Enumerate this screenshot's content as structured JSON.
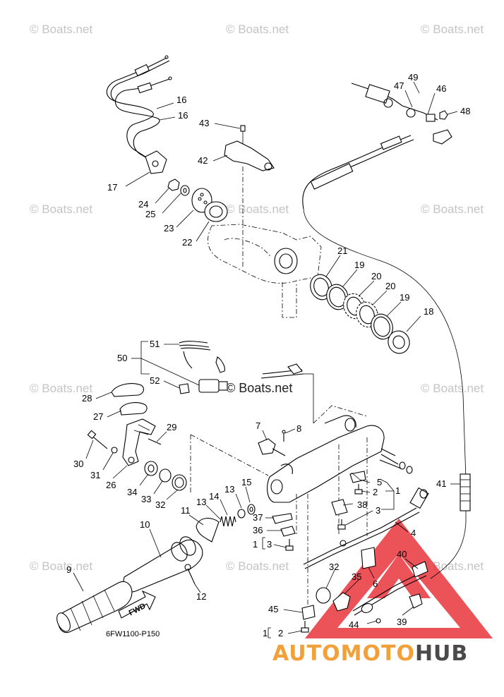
{
  "watermarks": [
    {
      "text": "© Boats.net"
    },
    {
      "text": "© Boats.net"
    },
    {
      "text": "© Boats.net"
    },
    {
      "text": "© Boats.net"
    },
    {
      "text": "© Boats.net"
    },
    {
      "text": "© Boats.net"
    },
    {
      "text": "© Boats.net"
    },
    {
      "text": "© Boats.net"
    },
    {
      "text": "© Boats.net"
    },
    {
      "text": "© Boats.net"
    },
    {
      "text": "© Boats.net"
    },
    {
      "text": "© Boats.net"
    }
  ],
  "callouts": [
    "49",
    "47",
    "46",
    "48",
    "16",
    "16",
    "43",
    "42",
    "17",
    "24",
    "25",
    "23",
    "22",
    "21",
    "19",
    "20",
    "20",
    "19",
    "18",
    "51",
    "50",
    "52",
    "28",
    "27",
    "29",
    "7",
    "8",
    "30",
    "31",
    "26",
    "34",
    "33",
    "32",
    "5",
    "2",
    "1",
    "13",
    "15",
    "14",
    "13",
    "11",
    "38",
    "3",
    "37",
    "36",
    "1",
    "3",
    "10",
    "4",
    "41",
    "40",
    "32",
    "35",
    "6",
    "9",
    "12",
    "45",
    "1",
    "2",
    "44",
    "39"
  ],
  "diagram_code": "6FW1100-P150",
  "fwd_label": "FWD",
  "brand": {
    "part1": "AUTOMOTO",
    "part2": "HUB",
    "color1": "#f2a13a",
    "color2": "#4a4a4a",
    "triangle_color": "#e8353b"
  }
}
